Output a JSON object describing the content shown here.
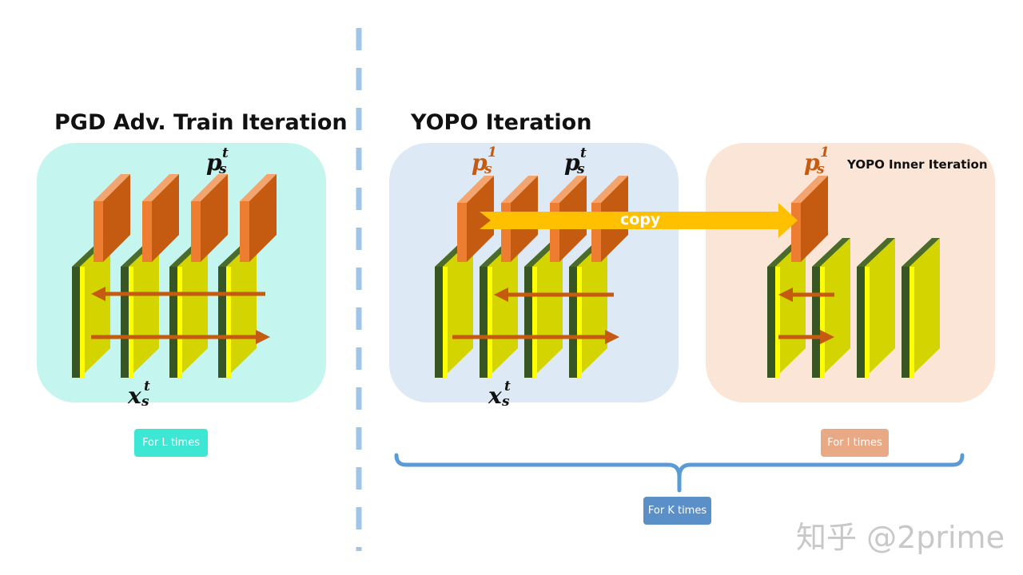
{
  "left_section": {
    "title": "PGD Adv. Train Iteration",
    "p_symbol": {
      "base": "p",
      "sub": "s",
      "sup": "t"
    },
    "x_symbol": {
      "base": "x",
      "sub": "s",
      "sup": "t"
    },
    "loop_label": "For L times"
  },
  "right_section": {
    "title": "YOPO Iteration",
    "p1_symbol": {
      "base": "p",
      "sub": "s",
      "sup": "1"
    },
    "pt_symbol": {
      "base": "p",
      "sub": "s",
      "sup": "t"
    },
    "x_symbol": {
      "base": "x",
      "sub": "s",
      "sup": "t"
    },
    "copy_label": "copy",
    "inner_title": "YOPO Inner Iteration",
    "inner_p1_symbol": {
      "base": "p",
      "sub": "s",
      "sup": "1"
    },
    "inner_loop_label": "For I times",
    "outer_loop_label": "For K times"
  },
  "watermark": "知乎 @2prime",
  "colors": {
    "divider": "#9fc5e8",
    "panel_cyan": "#c5f5ef",
    "panel_blue": "#dde9f5",
    "panel_peach": "#fbe5d6",
    "layer_yellow": "#d4d400",
    "layer_yellow_bright": "#ffff00",
    "layer_green": "#375623",
    "orange_block": "#c55a11",
    "orange_light": "#ed7d31",
    "arrow_dark_orange": "#c55a11",
    "copy_arrow": "#ffc000",
    "label_cyan": "#3ee6d4",
    "label_peach": "#e9a984",
    "label_blue": "#5b8fc8",
    "brace_blue": "#5b9bd5",
    "symbol_orange": "#c55a11"
  }
}
